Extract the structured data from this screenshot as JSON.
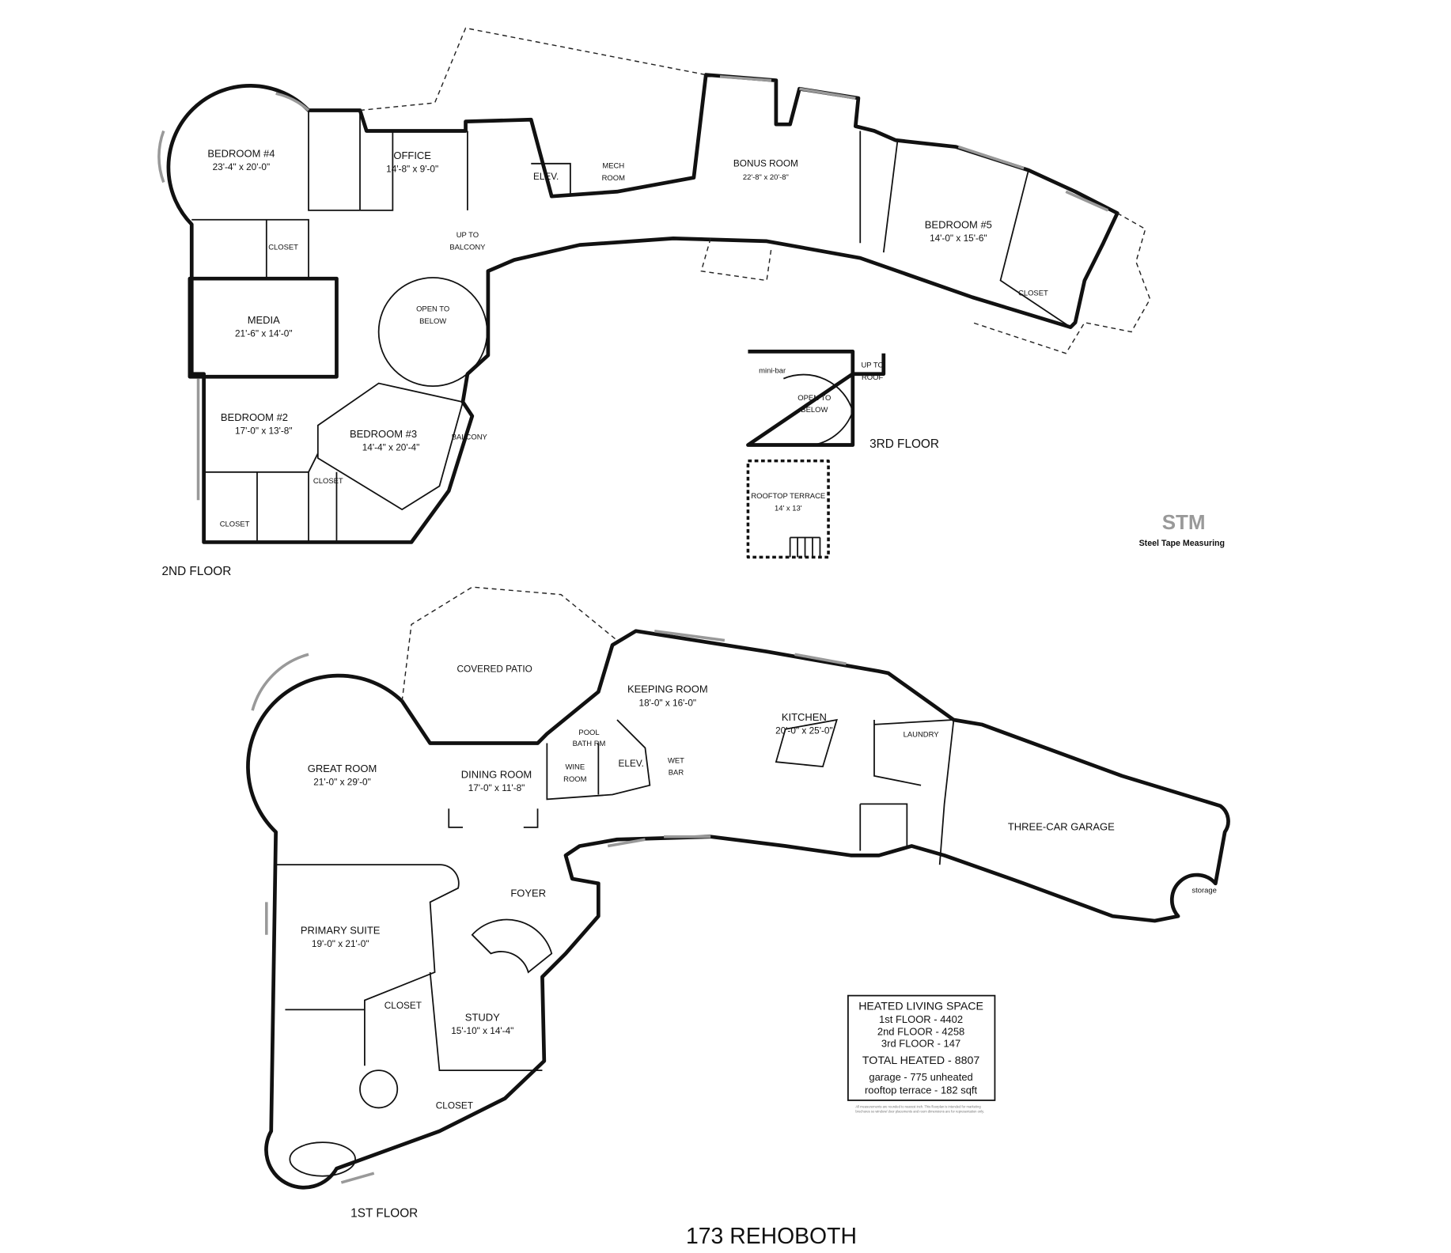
{
  "title": "173 REHOBOTH",
  "floors": {
    "second": {
      "label": "2ND FLOOR",
      "rooms": [
        {
          "name": "BEDROOM #4",
          "dims": "23'-4\" x 20'-0\""
        },
        {
          "name": "OFFICE",
          "dims": "14'-8\" x 9'-0\""
        },
        {
          "name": "ELEV."
        },
        {
          "name": "MECH",
          "name2": "ROOM"
        },
        {
          "name": "BONUS ROOM",
          "dims": "22'-8\" x 20'-8\""
        },
        {
          "name": "BEDROOM #5",
          "dims": "14'-0\" x 15'-6\""
        },
        {
          "name": "CLOSET"
        },
        {
          "name": "CLOSET"
        },
        {
          "name": "UP TO",
          "name2": "BALCONY"
        },
        {
          "name": "OPEN TO",
          "name2": "BELOW"
        },
        {
          "name": "MEDIA",
          "dims": "21'-6\" x 14'-0\""
        },
        {
          "name": "BEDROOM #2",
          "dims": "17'-0\" x 13'-8\""
        },
        {
          "name": "BEDROOM #3",
          "dims": "14'-4\" x 20'-4\""
        },
        {
          "name": "BALCONY"
        },
        {
          "name": "CLOSET"
        },
        {
          "name": "CLOSET"
        }
      ]
    },
    "third": {
      "label": "3RD FLOOR",
      "rooms": [
        {
          "name": "mini-bar"
        },
        {
          "name": "OPEN TO",
          "name2": "BELOW"
        },
        {
          "name": "UP TO",
          "name2": "ROOF"
        },
        {
          "name": "ROOFTOP TERRACE",
          "dims": "14' x 13'"
        }
      ]
    },
    "first": {
      "label": "1ST FLOOR",
      "rooms": [
        {
          "name": "COVERED PATIO"
        },
        {
          "name": "KEEPING ROOM",
          "dims": "18'-0\" x 16'-0\""
        },
        {
          "name": "KITCHEN",
          "dims": "20'-0\" x 25'-0\""
        },
        {
          "name": "LAUNDRY"
        },
        {
          "name": "POOL",
          "name2": "BATH RM"
        },
        {
          "name": "ELEV."
        },
        {
          "name": "WINE",
          "name2": "ROOM"
        },
        {
          "name": "WET",
          "name2": "BAR"
        },
        {
          "name": "GREAT ROOM",
          "dims": "21'-0\" x 29'-0\""
        },
        {
          "name": "DINING ROOM",
          "dims": "17'-0\" x 11'-8\""
        },
        {
          "name": "THREE-CAR GARAGE"
        },
        {
          "name": "storage"
        },
        {
          "name": "FOYER"
        },
        {
          "name": "PRIMARY SUITE",
          "dims": "19'-0\" x 21'-0\""
        },
        {
          "name": "CLOSET"
        },
        {
          "name": "STUDY",
          "dims": "15'-10\" x 14'-4\""
        },
        {
          "name": "CLOSET"
        }
      ]
    }
  },
  "legend": {
    "heading": "HEATED LIVING SPACE",
    "lines": [
      "1st FLOOR - 4402",
      "2nd FLOOR - 4258",
      "3rd FLOOR - 147"
    ],
    "total": "TOTAL HEATED - 8807",
    "notes": [
      "garage - 775 unheated",
      "rooftop terrace - 182 sqft"
    ],
    "disclaimer": "All measurements are rounded to nearest inch. This floorplan is intended for marketing brochures so window/ door placements and room dimensions are for representation only."
  },
  "logo": {
    "text": "Steel Tape Measuring",
    "mark": "STM"
  }
}
